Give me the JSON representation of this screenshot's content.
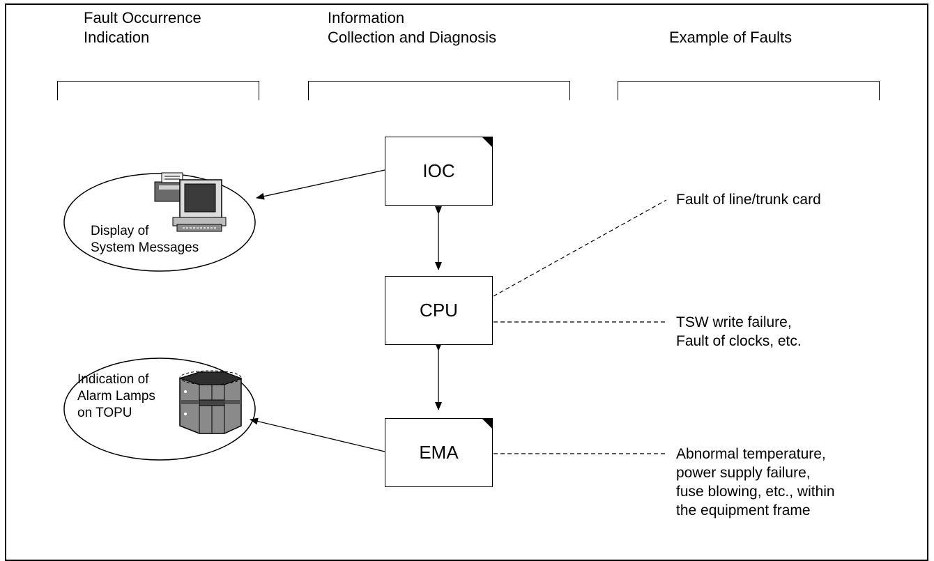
{
  "headers": {
    "fault_indication": "Fault Occurrence\nIndication",
    "info_collection": "Information\nCollection and Diagnosis",
    "example_faults": "Example of Faults"
  },
  "boxes": {
    "ioc": "IOC",
    "cpu": "CPU",
    "ema": "EMA"
  },
  "indications": {
    "system_messages": "Display of\nSystem Messages",
    "alarm_lamps": "Indication of\nAlarm Lamps\non TOPU"
  },
  "faults": {
    "line_trunk": "Fault of line/trunk card",
    "tsw_clock": "TSW write failure,\nFault of clocks, etc.",
    "environment": "Abnormal temperature,\npower supply failure,\nfuse blowing, etc., within\nthe equipment frame"
  },
  "icons": {
    "terminal": "printer-terminal-icon",
    "cabinet": "topu-cabinet-icon"
  }
}
